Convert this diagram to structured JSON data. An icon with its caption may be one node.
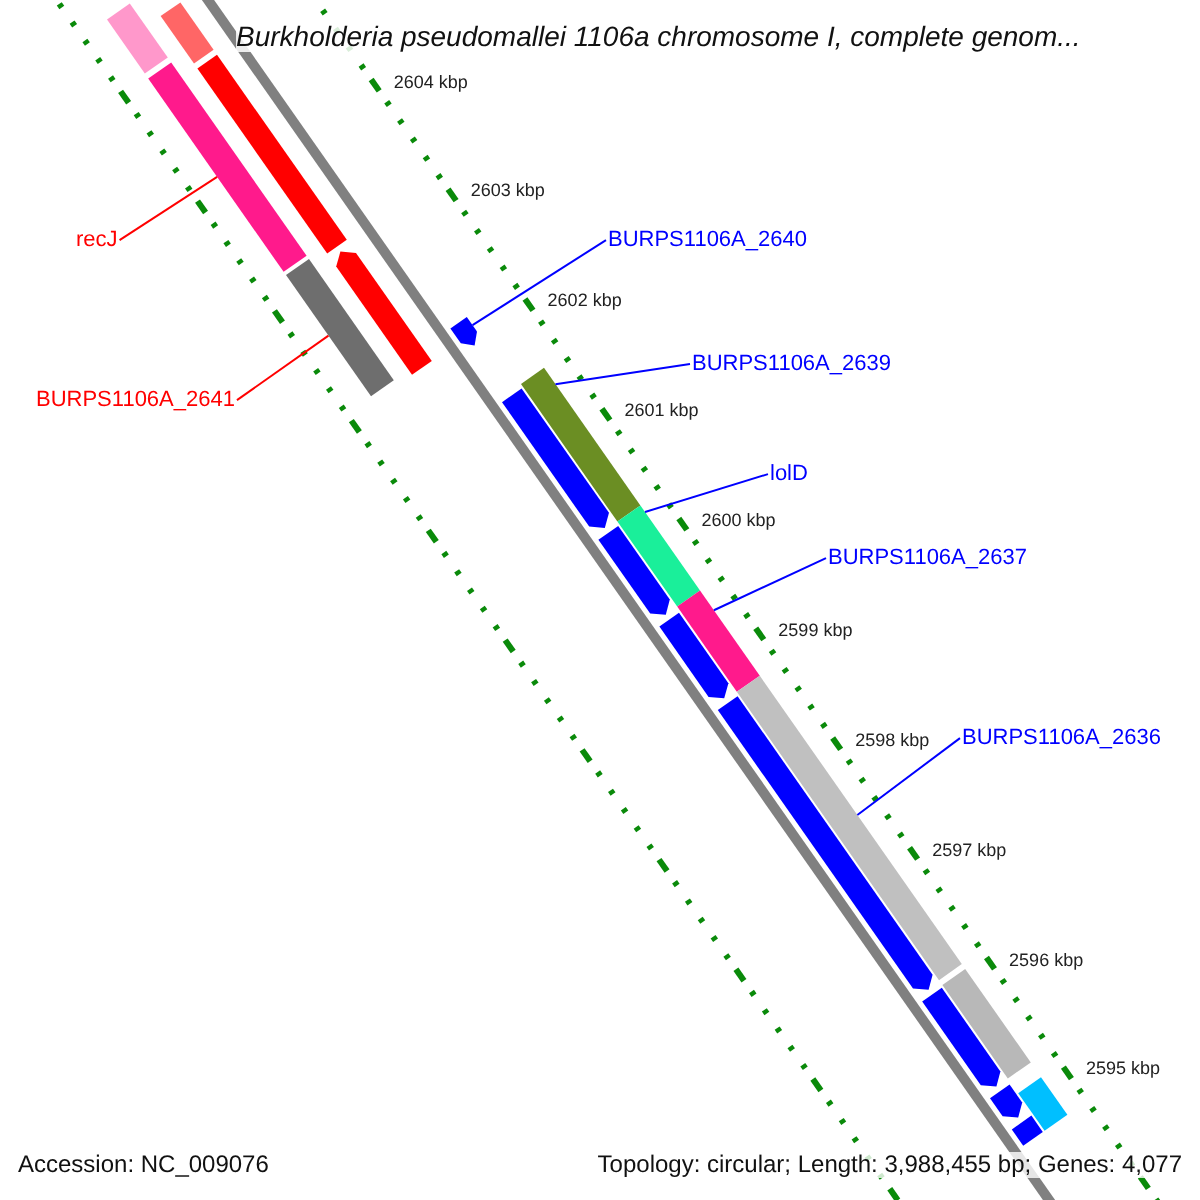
{
  "diagram": {
    "title": "Burkholderia pseudomallei 1106a chromosome I, complete genom...",
    "nodes": [
      {
        "text": [
          "recJ"
        ]
      },
      {
        "text": [
          "BURPS1106A_2641"
        ]
      },
      {
        "text": [
          "BURPS1106A_2640"
        ]
      },
      {
        "text": [
          "BURPS1106A_2639"
        ]
      },
      {
        "text": [
          "lolD"
        ]
      },
      {
        "text": [
          "BURPS1106A_2637"
        ]
      },
      {
        "text": [
          "BURPS1106A_2636"
        ]
      },
      {
        "text": [],
        "shape": "bar"
      },
      {
        "text": [],
        "shape": "bar"
      },
      {
        "text": [],
        "shape": "bar"
      },
      {
        "text": [],
        "shape": "bar"
      },
      {
        "text": [],
        "shape": "bar"
      },
      {
        "text": [],
        "shape": "bar"
      },
      {
        "text": [],
        "shape": "bar"
      },
      {
        "text": [],
        "shape": "bar"
      },
      {
        "text": [],
        "shape": "bar"
      },
      {
        "text": [],
        "shape": "bar"
      },
      {
        "text": [],
        "shape": "bar"
      },
      {
        "text": [],
        "shape": "bar"
      },
      {
        "text": [],
        "shape": "bar"
      },
      {
        "text": [],
        "shape": "bar"
      },
      {
        "text": [],
        "shape": "bar"
      },
      {
        "text": [],
        "shape": "bar"
      },
      {
        "text": [],
        "shape": "bar"
      },
      {
        "text": [],
        "shape": "bar"
      },
      {
        "text": [],
        "shape": "bar"
      },
      {
        "text": [],
        "shape": "bar"
      }
    ],
    "edges": [
      {
        "from": 0,
        "to": 9,
        "arrow": "none",
        "color": "#ff0000"
      },
      {
        "from": 1,
        "to": 11,
        "arrow": "none",
        "color": "#ff0000"
      },
      {
        "from": 2,
        "to": 13,
        "arrow": "none"
      },
      {
        "from": 3,
        "to": 14,
        "arrow": "none"
      },
      {
        "from": 4,
        "to": 16,
        "arrow": "none"
      },
      {
        "from": 5,
        "to": 18,
        "arrow": "none"
      },
      {
        "from": 6,
        "to": 20,
        "arrow": "none"
      }
    ],
    "labels": [
      "2604 kbp",
      "2603 kbp",
      "2602 kbp",
      "2601 kbp",
      "2600 kbp",
      "2599 kbp",
      "2598 kbp",
      "2597 kbp",
      "2596 kbp",
      "2595 kbp",
      "Accession: NC_009076",
      "Topology: circular; Length: 3,988,455 bp; Genes: 4,077"
    ]
  }
}
